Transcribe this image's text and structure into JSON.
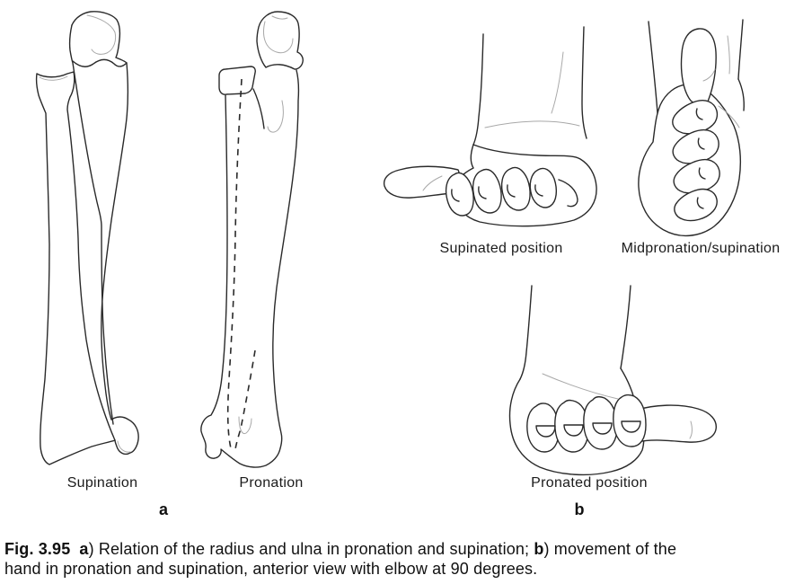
{
  "figure": {
    "panel_a": {
      "marker": "a",
      "labels": {
        "supination": "Supination",
        "pronation": "Pronation"
      },
      "illustrations": {
        "left": "radius-and-ulna-supination-line-drawing",
        "right": "radius-and-ulna-pronation-line-drawing-with-dashed-hidden-ulna"
      }
    },
    "panel_b": {
      "marker": "b",
      "labels": {
        "supinated": "Supinated position",
        "midpronation": "Midpronation/supination",
        "pronated": "Pronated position"
      },
      "illustrations": {
        "top_left": "fist-palm-up-thumb-left",
        "top_right": "fist-thumb-up-neutral",
        "bottom": "fist-palm-down-thumb-right"
      }
    },
    "caption": {
      "line1": {
        "fig_label": "Fig. 3.95",
        "a_marker": "a",
        "a_text": ") Relation of the radius and ulna in pronation and supination; ",
        "b_marker": "b",
        "b_text": ") movement of the"
      },
      "line2": "hand in pronation and supination, anterior view with elbow at 90 degrees."
    },
    "colors": {
      "ink": "#1b1b1b",
      "line": "#2a2a2a",
      "light_line": "#a8a8a8",
      "background": "#ffffff"
    }
  }
}
